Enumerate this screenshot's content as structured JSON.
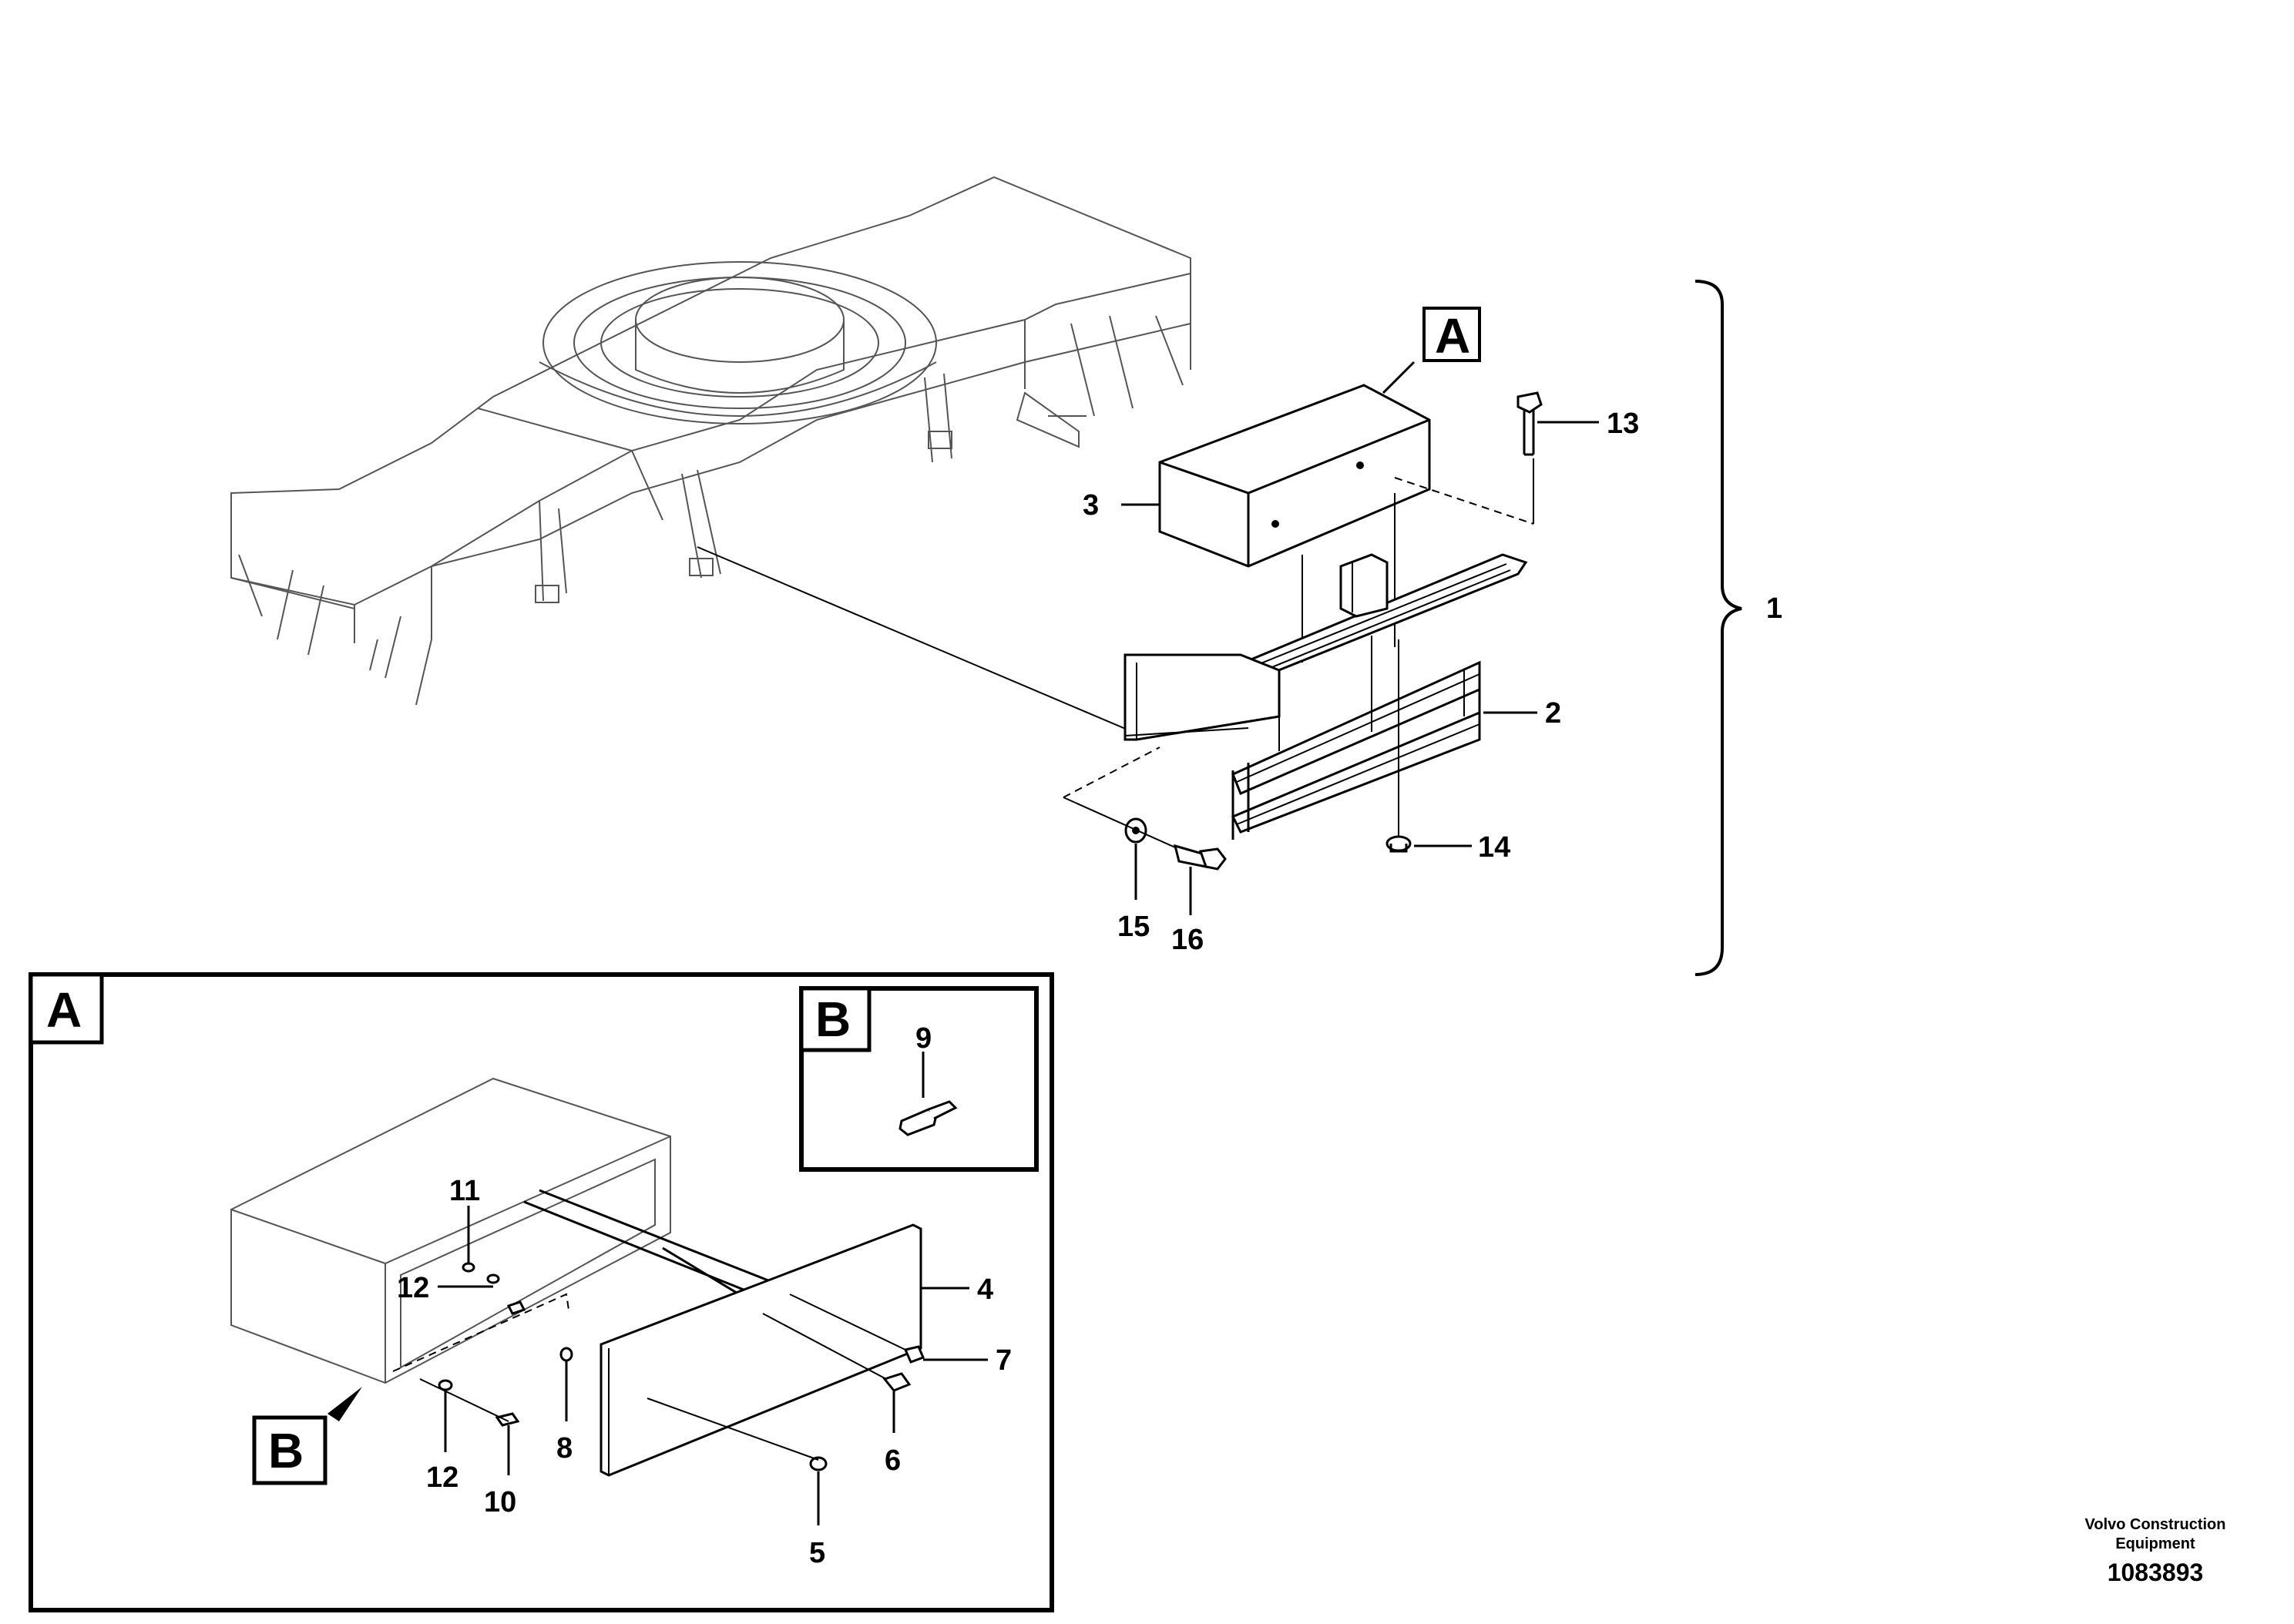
{
  "callouts": {
    "c1": "1",
    "c2": "2",
    "c3": "3",
    "c4": "4",
    "c5": "5",
    "c6": "6",
    "c7": "7",
    "c8": "8",
    "c9": "9",
    "c10": "10",
    "c11": "11",
    "c12a": "12",
    "c12b": "12",
    "c13": "13",
    "c14": "14",
    "c15": "15",
    "c16": "16"
  },
  "detail_labels": {
    "a_main": "A",
    "a_box": "A",
    "b_box": "B",
    "b_pointer": "B"
  },
  "footer": {
    "company_line1": "Volvo Construction",
    "company_line2": "Equipment",
    "drawing_number": "1083893"
  }
}
